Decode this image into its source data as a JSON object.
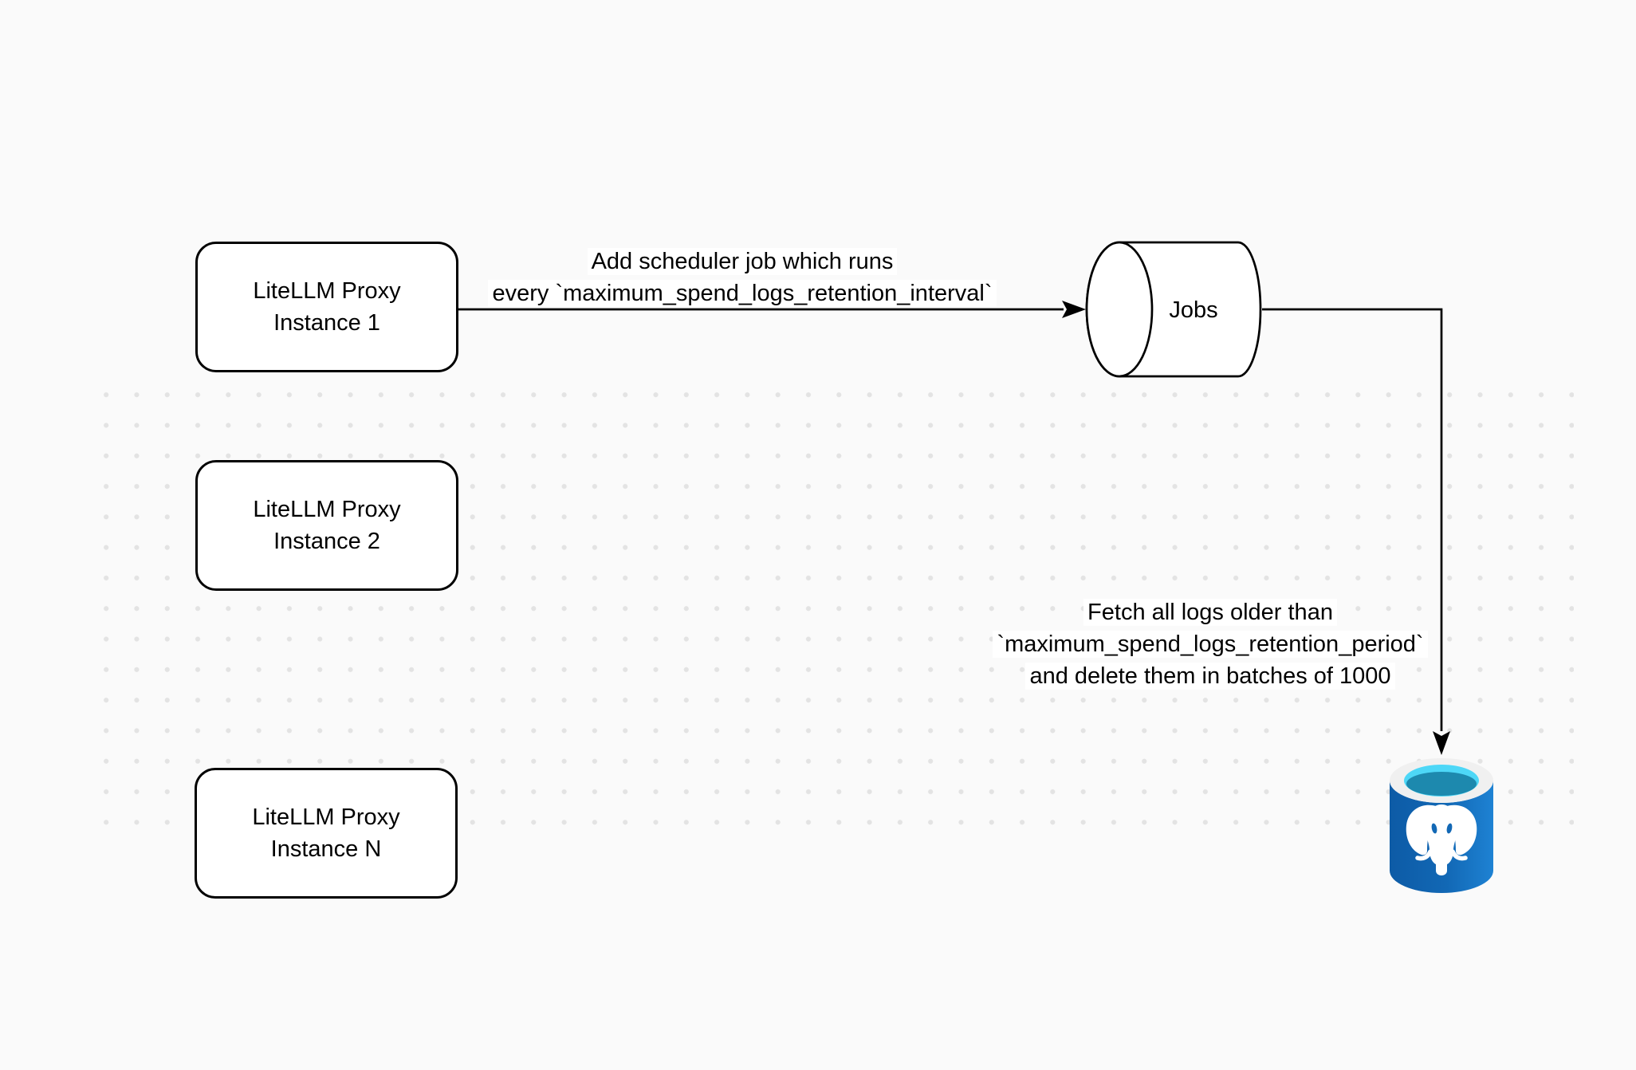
{
  "canvas": {
    "background_color": "#fafafa",
    "grid_dot_color": "#e3e3e3"
  },
  "nodes": {
    "instance1": {
      "label": "LiteLLM Proxy\nInstance 1"
    },
    "instance2": {
      "label": "LiteLLM Proxy\nInstance 2"
    },
    "instanceN": {
      "label": "LiteLLM Proxy\nInstance N"
    },
    "jobs_queue": {
      "label": "Jobs"
    },
    "database": {
      "icon": "postgresql-database-icon",
      "brand_colors": {
        "body_left": "#0d5ba6",
        "body_right": "#1e82d3",
        "top_ring": "#f0f0f0",
        "water": "#4dd7f7",
        "water_shade": "#1d89ae",
        "elephant": "#ffffff"
      }
    }
  },
  "edges": {
    "schedule": {
      "label": "Add scheduler job which runs\nevery `maximum_spend_logs_retention_interval`"
    },
    "cleanup": {
      "label": "Fetch all logs older than\n`maximum_spend_logs_retention_period`\nand delete them in batches of 1000"
    }
  },
  "connector_color": "#000000"
}
